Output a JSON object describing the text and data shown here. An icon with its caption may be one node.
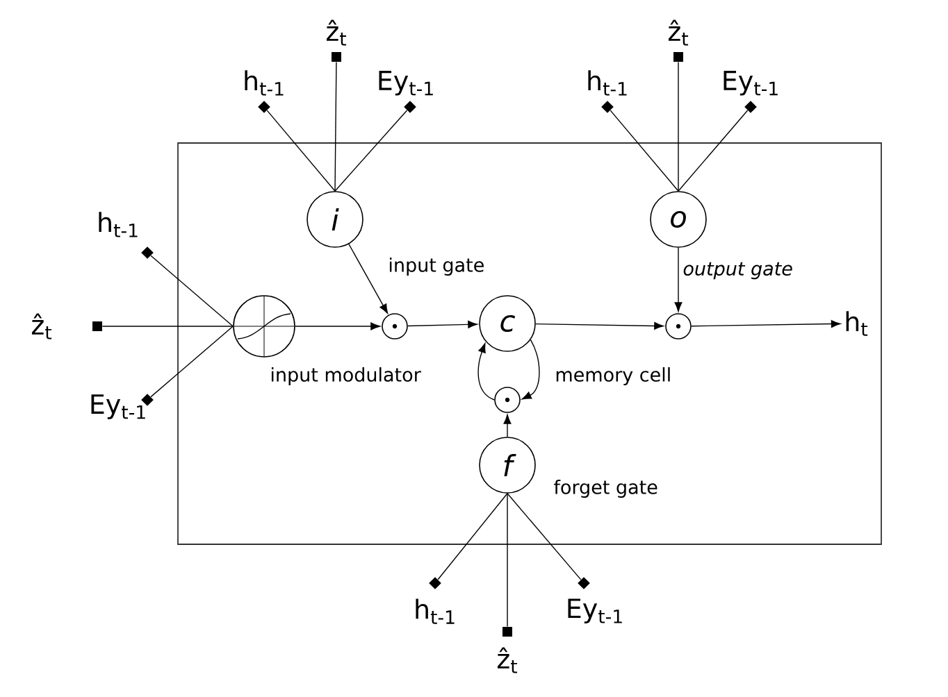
{
  "diagram": {
    "nodes": [
      {
        "text": [],
        "shape": "diamond",
        "beside": [
          "h$_{t-1}$"
        ]
      },
      {
        "text": [],
        "shape": "box",
        "beside": [
          "ẑ$_{t}$"
        ]
      },
      {
        "text": [],
        "shape": "diamond",
        "beside": [
          "Ey$_{t-1}$"
        ]
      },
      {
        "text": [],
        "shape": "diamond",
        "beside": [
          "h$_{t-1}$"
        ]
      },
      {
        "text": [],
        "shape": "box",
        "beside": [
          "ẑ$_{t}$"
        ]
      },
      {
        "text": [],
        "shape": "diamond",
        "beside": [
          "Ey$_{t-1}$"
        ]
      },
      {
        "text": [
          "i"
        ],
        "beside": [
          "input gate"
        ]
      },
      {
        "text": [
          "o"
        ],
        "beside": [
          "output gate"
        ]
      },
      {
        "text": [],
        "shape": "diamond",
        "beside": [
          "h$_{t-1}$"
        ]
      },
      {
        "text": [],
        "shape": "box",
        "beside": [
          "ẑ$_{t}$"
        ]
      },
      {
        "text": [],
        "shape": "diamond",
        "beside": [
          "Ey$_{t-1}$"
        ]
      },
      {
        "text": [],
        "shape": "circle",
        "beside": [
          "input modulator"
        ]
      },
      {
        "text": [],
        "shape": "circle"
      },
      {
        "text": [
          "c"
        ],
        "beside": [
          "memory cell"
        ]
      },
      {
        "text": [],
        "shape": "circle"
      },
      {
        "text": [
          "h$_{t}$"
        ]
      },
      {
        "text": [],
        "shape": "circle"
      },
      {
        "text": [
          "f"
        ],
        "beside": [
          "forget gate"
        ]
      },
      {
        "text": [],
        "shape": "diamond",
        "beside": [
          "h$_{t-1}$"
        ]
      },
      {
        "text": [],
        "shape": "box",
        "beside": [
          "ẑ$_{t}$"
        ]
      },
      {
        "text": [],
        "shape": "diamond",
        "beside": [
          "Ey$_{t-1}$"
        ]
      }
    ],
    "edges": [
      {
        "from": 0,
        "to": 6,
        "arrow": "none"
      },
      {
        "from": 1,
        "to": 6,
        "arrow": "none"
      },
      {
        "from": 2,
        "to": 6,
        "arrow": "none"
      },
      {
        "from": 3,
        "to": 7,
        "arrow": "none"
      },
      {
        "from": 4,
        "to": 7,
        "arrow": "none"
      },
      {
        "from": 5,
        "to": 7,
        "arrow": "none"
      },
      {
        "from": 8,
        "to": 11,
        "arrow": "none"
      },
      {
        "from": 9,
        "to": 11,
        "arrow": "none"
      },
      {
        "from": 10,
        "to": 11,
        "arrow": "none"
      },
      {
        "from": 11,
        "to": 12,
        "arrow": "to"
      },
      {
        "from": 6,
        "to": 12,
        "arrow": "to"
      },
      {
        "from": 12,
        "to": 13,
        "arrow": "to"
      },
      {
        "from": 13,
        "to": 14,
        "arrow": "to"
      },
      {
        "from": 7,
        "to": 14,
        "arrow": "to"
      },
      {
        "from": 14,
        "to": 15,
        "arrow": "to"
      },
      {
        "from": 13,
        "to": 16,
        "arrow": "to"
      },
      {
        "from": 16,
        "to": 13,
        "arrow": "to"
      },
      {
        "from": 17,
        "to": 16,
        "arrow": "to"
      },
      {
        "from": 18,
        "to": 17,
        "arrow": "none"
      },
      {
        "from": 19,
        "to": 17,
        "arrow": "none"
      },
      {
        "from": 20,
        "to": 17,
        "arrow": "none"
      }
    ]
  }
}
